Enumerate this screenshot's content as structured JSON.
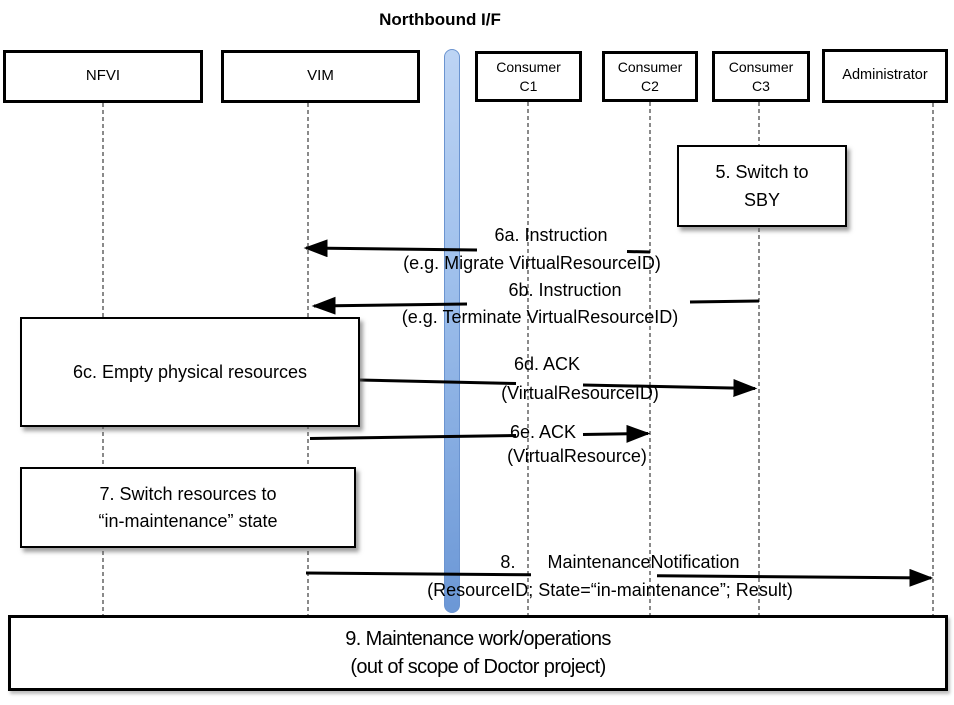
{
  "title": "Northbound I/F",
  "actors": [
    {
      "label": "NFVI"
    },
    {
      "label": "VIM"
    },
    {
      "label": "Consumer",
      "sub": "C1"
    },
    {
      "label": "Consumer",
      "sub": "C2"
    },
    {
      "label": "Consumer",
      "sub": "C3"
    },
    {
      "label": "Administrator"
    }
  ],
  "steps": {
    "s5": {
      "line1": "5. Switch to",
      "line2": "SBY"
    },
    "s6c": {
      "line1": "6c. Empty physical resources"
    },
    "s7": {
      "line1": "7. Switch resources to",
      "line2": "“in-maintenance” state"
    },
    "s9": {
      "line1": "9. Maintenance work/operations",
      "line2": "(out of scope of Doctor project)"
    }
  },
  "messages": {
    "m6a": {
      "label": "6a. Instruction",
      "detail": "(e.g. Migrate VirtualResourceID)"
    },
    "m6b": {
      "label": "6b. Instruction",
      "detail": "(e.g. Terminate VirtualResourceID)"
    },
    "m6d": {
      "label": "6d. ACK",
      "detail": "(VirtualResourceID)"
    },
    "m6e": {
      "label": "6e. ACK",
      "detail": "(VirtualResource)"
    },
    "m8": {
      "number": "8.",
      "label": "MaintenanceNotification",
      "detail": "(ResourceID; State=“in-maintenance”; Result)"
    }
  },
  "colors": {
    "bar_top": "#bdd4f4",
    "bar_bottom": "#6b97d6",
    "bar_border": "#6b94d0",
    "arrow": "#000000",
    "lifeline": "#3d3d3d"
  }
}
